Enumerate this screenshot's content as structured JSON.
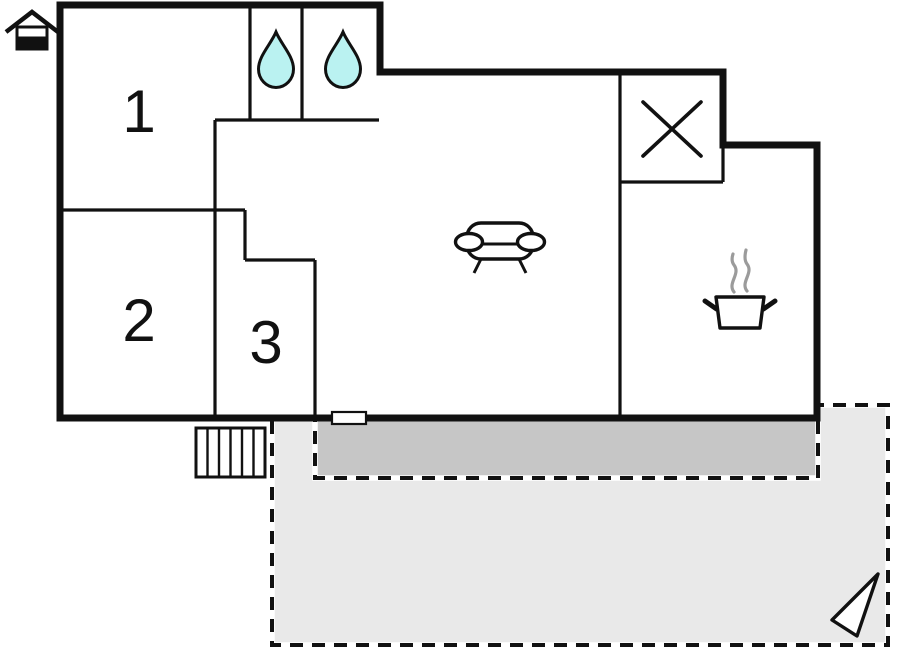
{
  "floorplan": {
    "rooms": [
      {
        "id": "room-1",
        "label": "1"
      },
      {
        "id": "room-2",
        "label": "2"
      },
      {
        "id": "room-3",
        "label": "3"
      }
    ],
    "icons": {
      "logo": "house-icon",
      "bathroom_drop_1": "water-drop-icon",
      "bathroom_drop_2": "water-drop-icon",
      "shower": "x-cross-icon",
      "living_room": "sofa-icon",
      "kitchen": "cooking-pot-icon",
      "stairs": "stairs-icon",
      "door": "door-marker",
      "orientation": "direction-arrow-icon"
    },
    "colors": {
      "wall": "#111111",
      "water_drop": "#baf2f1",
      "terrace_light": "#e9e9e9",
      "terrace_dark": "#c6c6c6",
      "steam": "#9b9b9b",
      "background": "#ffffff"
    }
  }
}
